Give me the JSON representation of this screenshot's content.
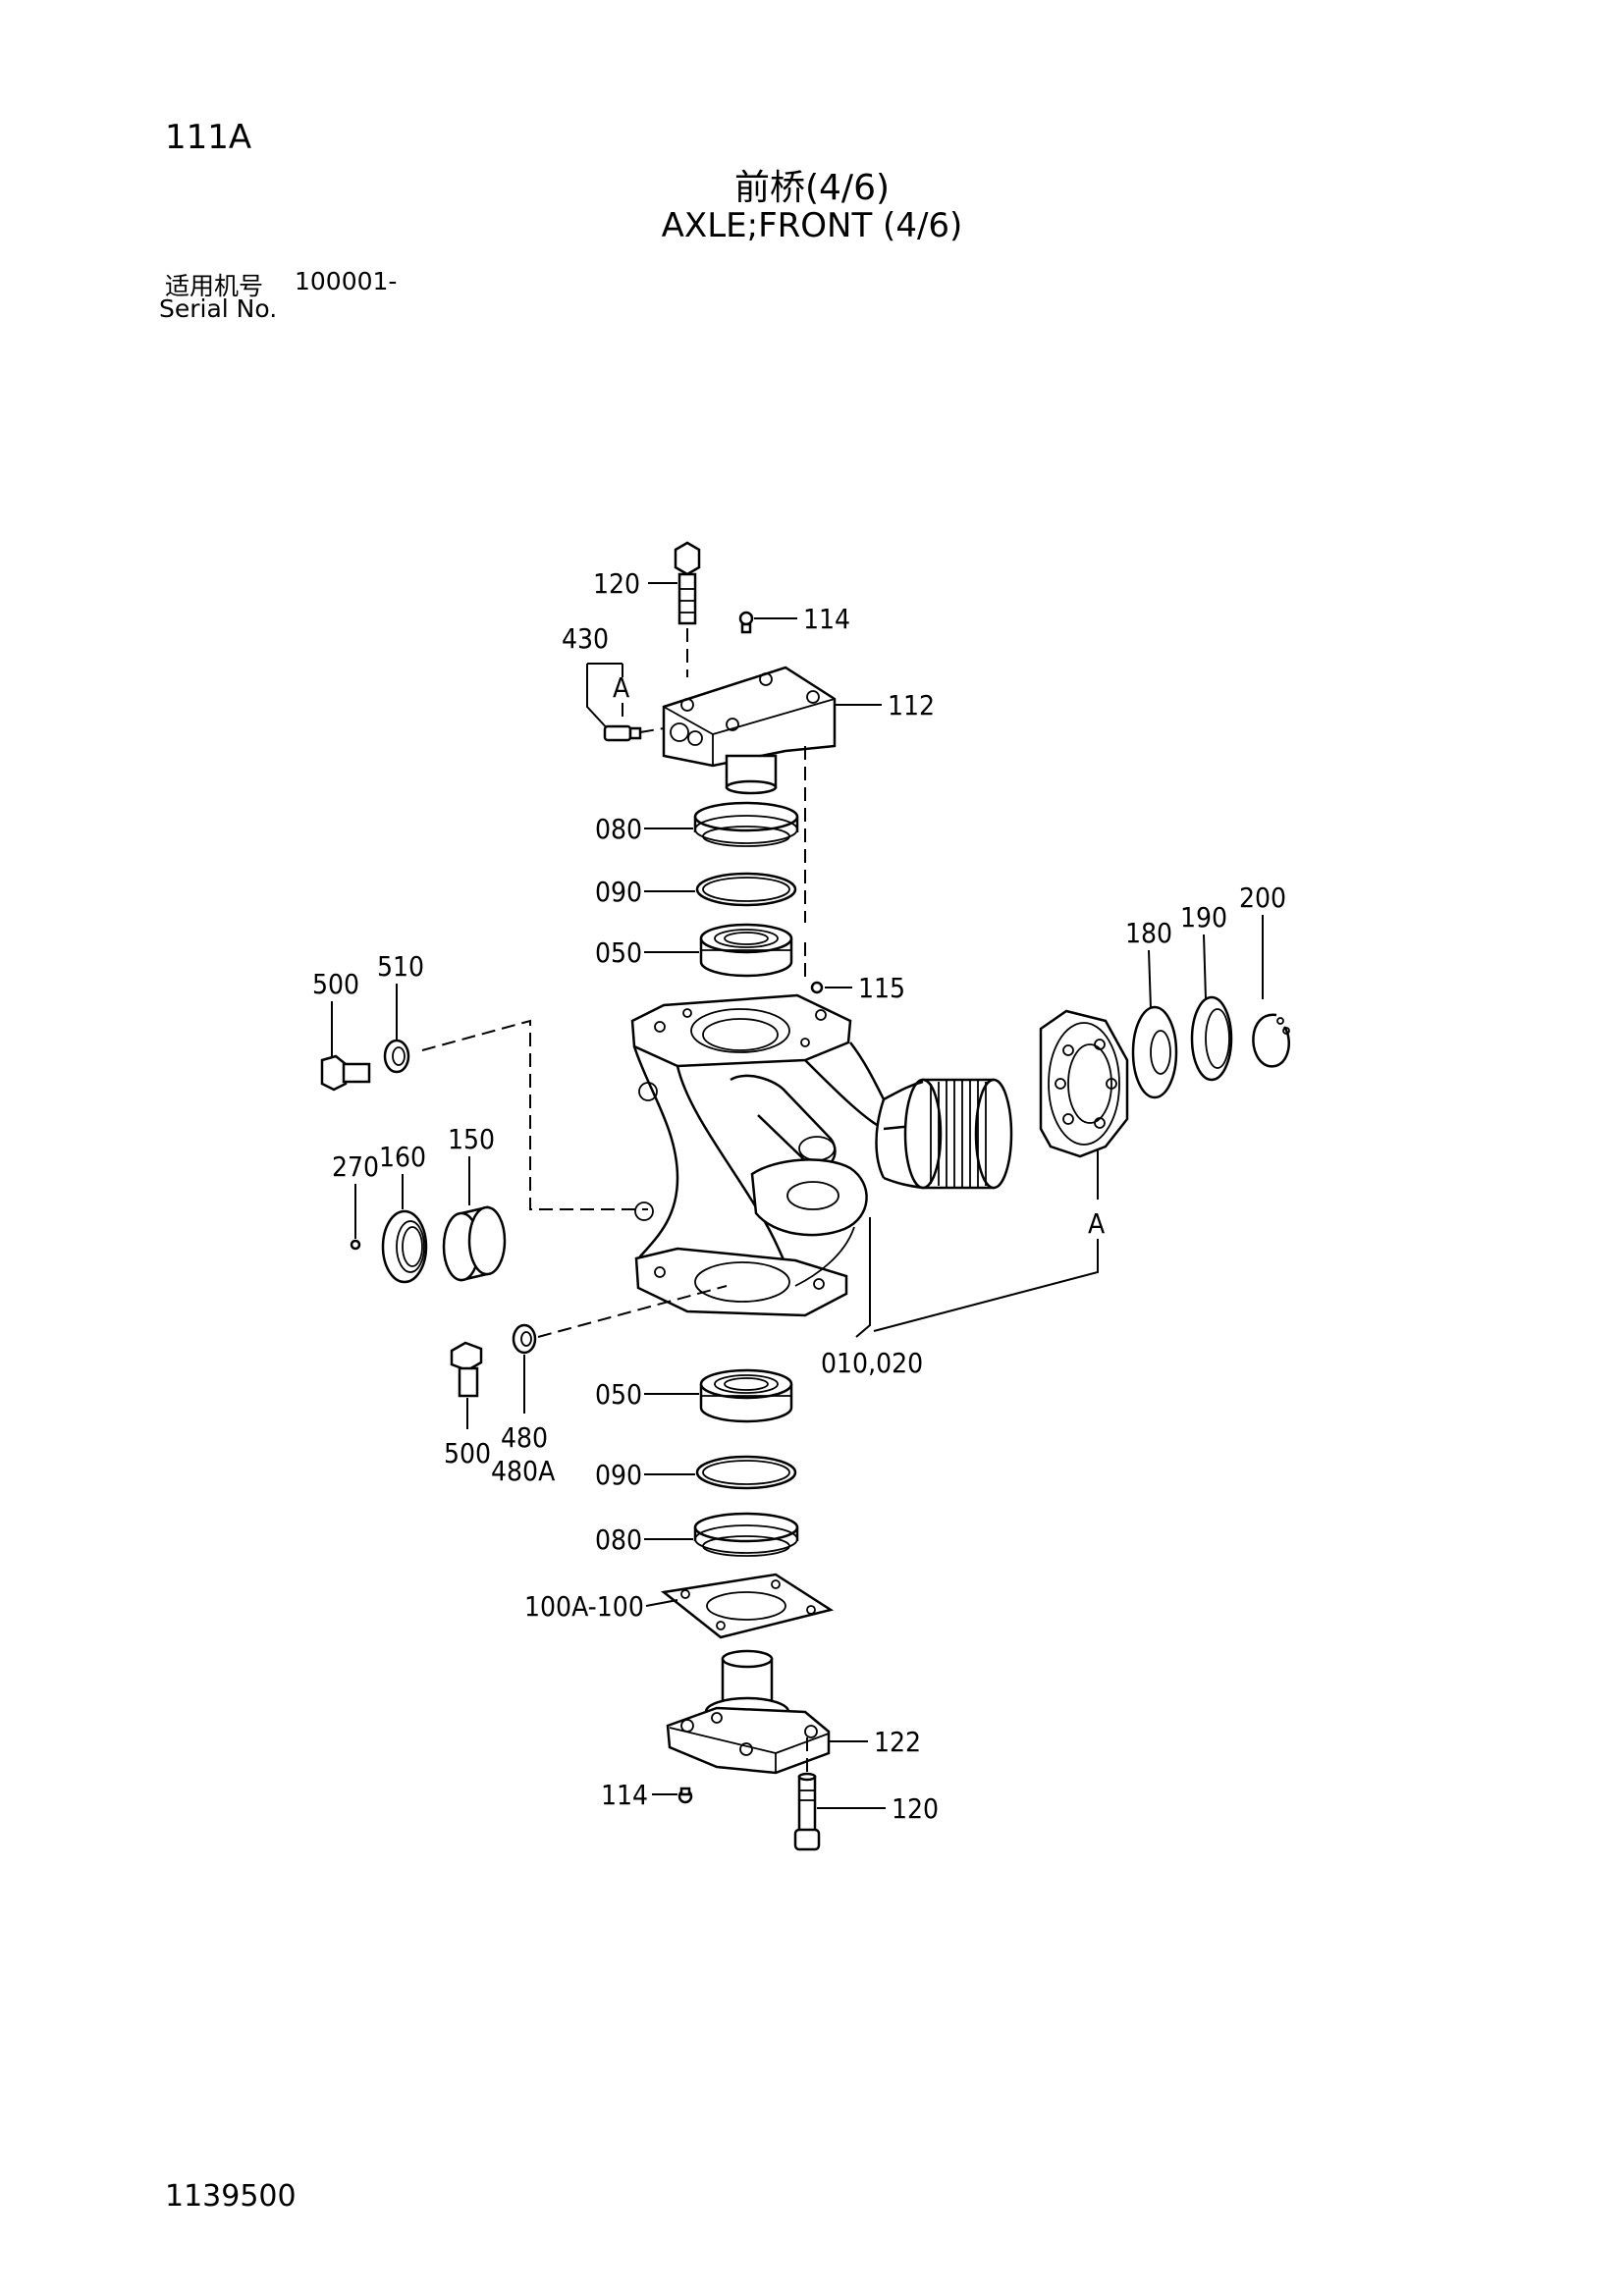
{
  "header": {
    "page_number": "111A",
    "title_cn": "前桥(4/6)",
    "title_en": "AXLE;FRONT (4/6)",
    "serial_label_cn": "适用机号",
    "serial_value": "100001-",
    "serial_label_en": "Serial No."
  },
  "footer": {
    "doc_code": "1139500"
  },
  "callouts": {
    "c120_top": "120",
    "c114_top": "114",
    "c430": "430",
    "cA_top": "A",
    "c112": "112",
    "c080_top": "080",
    "c090_top": "090",
    "c050_top": "050",
    "c115": "115",
    "c500_top": "500",
    "c510": "510",
    "c180": "180",
    "c190": "190",
    "c200": "200",
    "c270": "270",
    "c160": "160",
    "c150": "150",
    "cA_right": "A",
    "c010_020": "010,020",
    "c500_bottom": "500",
    "c480": "480",
    "c480A": "480A",
    "c050_bottom": "050",
    "c090_bottom": "090",
    "c080_bottom": "080",
    "c100A_100": "100A-100",
    "c122": "122",
    "c114_bottom": "114",
    "c120_bottom": "120"
  }
}
